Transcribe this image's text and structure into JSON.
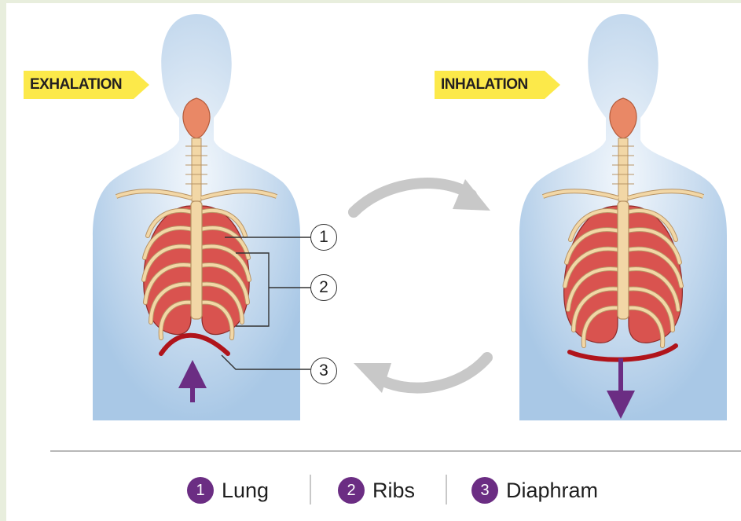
{
  "labels": {
    "exhalation": "EXHALATION",
    "inhalation": "INHALATION"
  },
  "callouts": [
    "1",
    "2",
    "3"
  ],
  "legend": [
    {
      "num": "1",
      "label": "Lung"
    },
    {
      "num": "2",
      "label": "Ribs"
    },
    {
      "num": "3",
      "label": "Diaphram"
    }
  ],
  "colors": {
    "body": "#a9c8e6",
    "tag": "#fce94a",
    "lung": "#d9534f",
    "rib": "#f2d7a6",
    "diaphragm": "#b0141b",
    "arrow_purple": "#6b2d83",
    "cycle_arrow": "#c8c8c8",
    "legend_badge": "#6b2d83"
  },
  "icons": [
    "up-arrow-icon",
    "down-arrow-icon",
    "cycle-arrow-icon"
  ]
}
